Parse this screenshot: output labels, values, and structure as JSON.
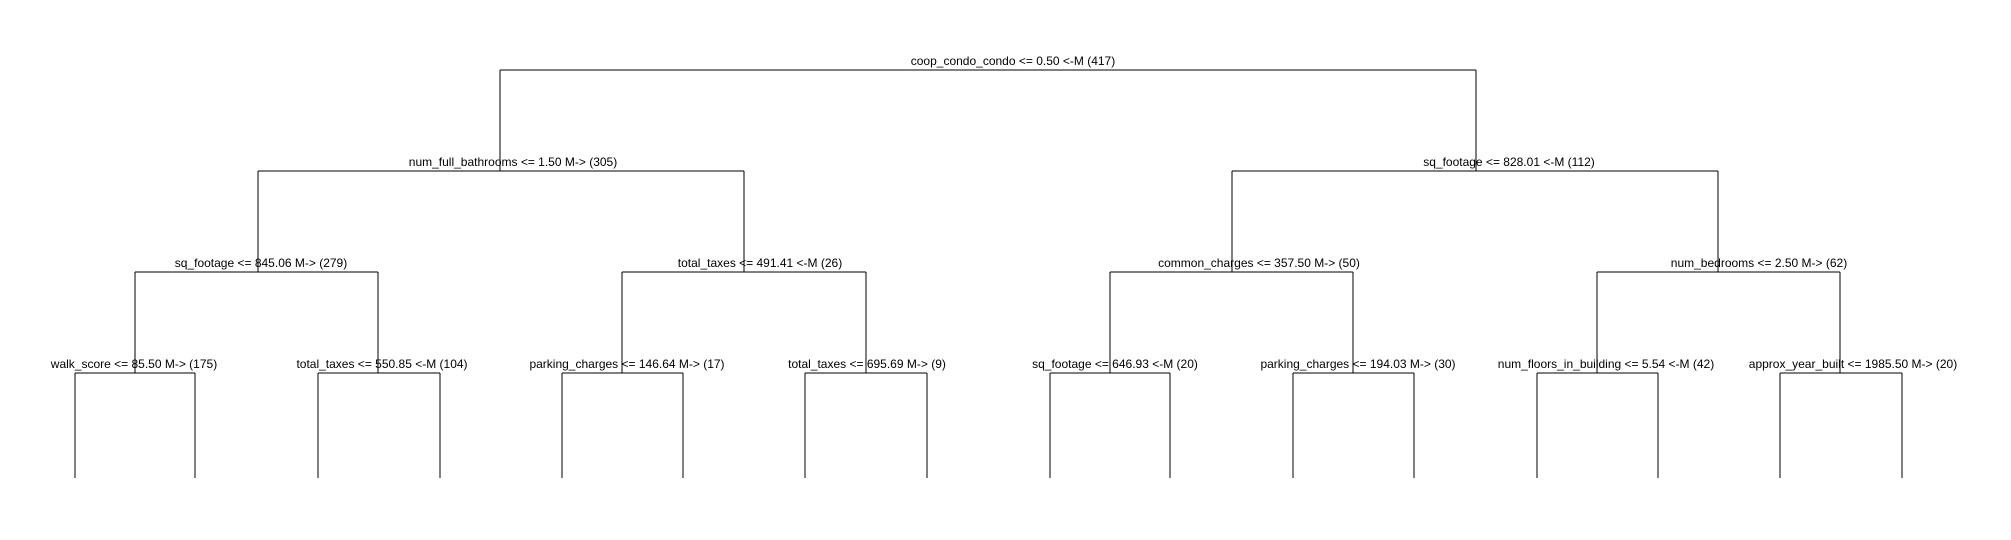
{
  "tree": {
    "nodes": [
      {
        "id": "n0",
        "split": "coop_condo_condo <= 0.50 <-M (417)"
      },
      {
        "id": "n1",
        "split": "num_full_bathrooms <= 1.50 M-> (305)"
      },
      {
        "id": "n2",
        "split": "sq_footage <= 828.01 <-M (112)"
      },
      {
        "id": "n3",
        "split": "sq_footage <= 845.06 M-> (279)"
      },
      {
        "id": "n4",
        "split": "total_taxes <= 491.41 <-M (26)"
      },
      {
        "id": "n5",
        "split": "common_charges <= 357.50 M-> (50)"
      },
      {
        "id": "n6",
        "split": "num_bedrooms <= 2.50 M-> (62)"
      },
      {
        "id": "n7",
        "split": "walk_score <= 85.50 M-> (175)"
      },
      {
        "id": "n8",
        "split": "total_taxes <= 550.85 <-M (104)"
      },
      {
        "id": "n9",
        "split": "parking_charges <= 146.64 M-> (17)"
      },
      {
        "id": "n10",
        "split": "total_taxes <= 695.69 M-> (9)"
      },
      {
        "id": "n11",
        "split": "sq_footage <= 646.93 <-M (20)"
      },
      {
        "id": "n12",
        "split": "parking_charges <= 194.03 M-> (30)"
      },
      {
        "id": "n13",
        "split": "num_floors_in_building <= 5.54 <-M (42)"
      },
      {
        "id": "n14",
        "split": "approx_year_built <= 1985.50 M-> (20)"
      }
    ]
  }
}
